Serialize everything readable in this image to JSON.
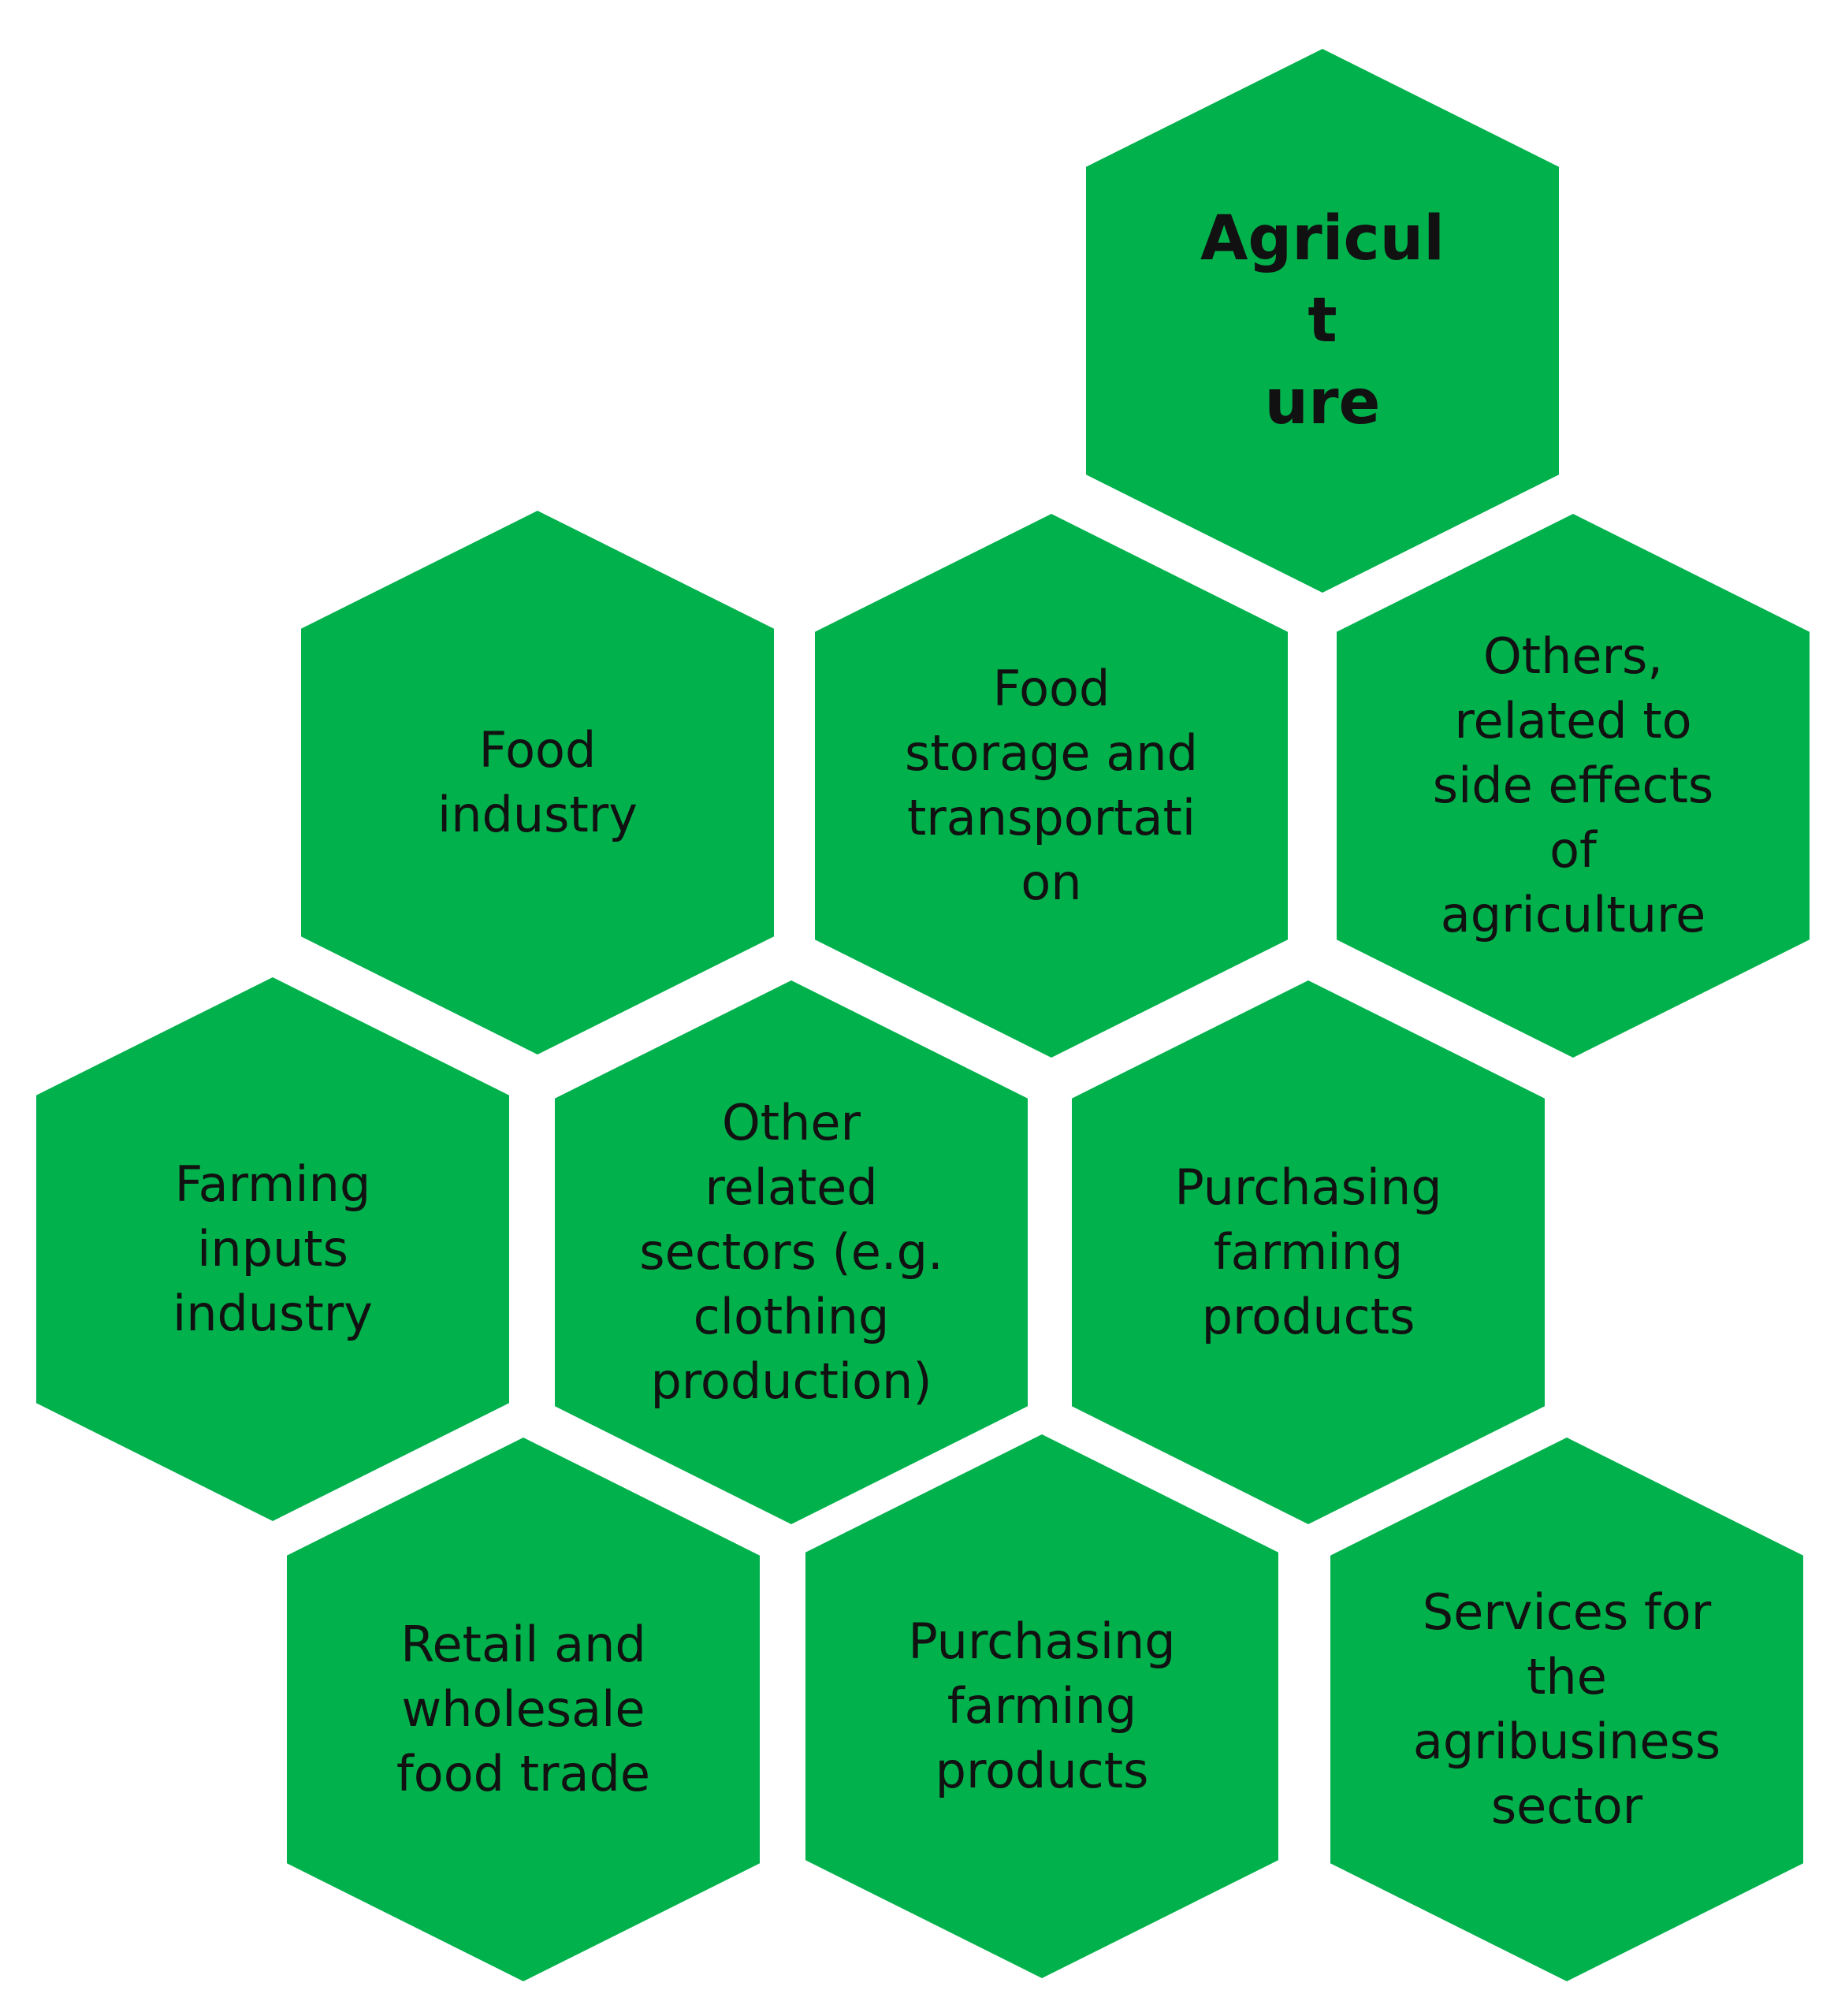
{
  "colors": {
    "hex_fill": "#00b14c",
    "text": "#111111",
    "background": "#ffffff"
  },
  "nodes": [
    {
      "id": "agriculture",
      "label": "Agricult\nure",
      "bold": true
    },
    {
      "id": "food-industry",
      "label": "Food\nindustry"
    },
    {
      "id": "food-storage",
      "label": "Food\nstorage and\ntransportati\non"
    },
    {
      "id": "others-side-effects",
      "label": "Others,\nrelated to\nside effects\nof\nagriculture"
    },
    {
      "id": "farming-inputs",
      "label": "Farming\ninputs\nindustry"
    },
    {
      "id": "other-related-sectors",
      "label": "Other\nrelated\nsectors (e.g.\nclothing\nproduction)"
    },
    {
      "id": "purchasing-1",
      "label": "Purchasing\nfarming\nproducts"
    },
    {
      "id": "retail-wholesale",
      "label": "Retail and\nwholesale\nfood trade"
    },
    {
      "id": "purchasing-2",
      "label": "Purchasing\nfarming\nproducts"
    },
    {
      "id": "services-agribusiness",
      "label": "Services for\nthe\nagribusiness\nsector"
    }
  ]
}
